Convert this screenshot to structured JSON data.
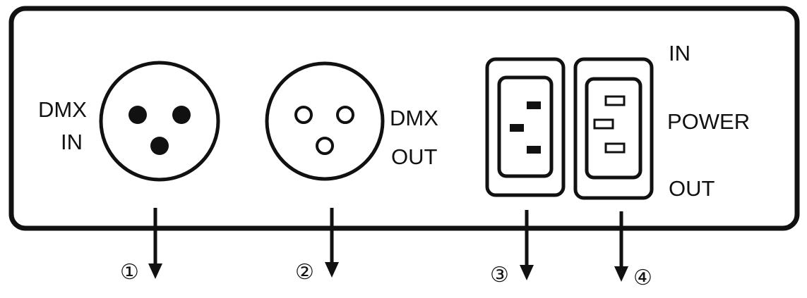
{
  "labels": {
    "dmx_in_line1": "DMX",
    "dmx_in_line2": "IN",
    "dmx_out_line1": "DMX",
    "dmx_out_line2": "OUT",
    "power_in": "IN",
    "power": "POWER",
    "power_out": "OUT"
  },
  "callouts": {
    "c1": "①",
    "c2": "②",
    "c3": "③",
    "c4": "④"
  },
  "colors": {
    "ink": "#111111",
    "background": "#ffffff"
  }
}
